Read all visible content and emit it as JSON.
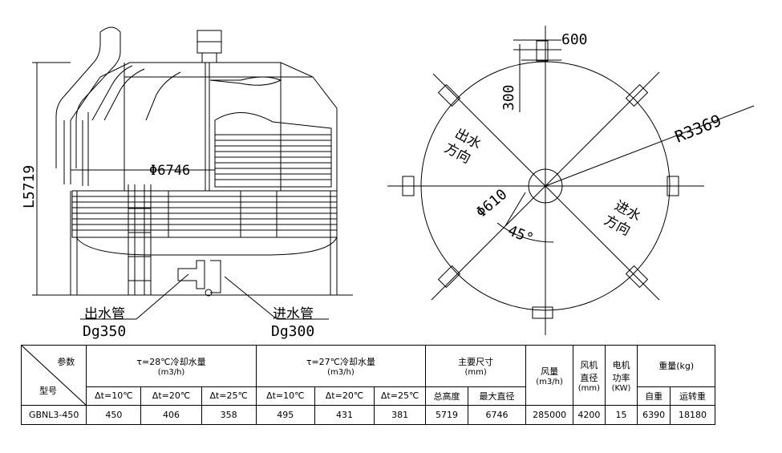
{
  "drawing": {
    "diameter_label": "Φ6746",
    "height_label": "L5719",
    "outlet_pipe": {
      "name": "出水管",
      "size": "Dg350"
    },
    "inlet_pipe": {
      "name": "进水管",
      "size": "Dg300"
    },
    "plan": {
      "radius_label": "R3369",
      "center_label": "Φ610",
      "angle_label": "45°",
      "dim_width": "600",
      "dim_height": "300",
      "outlet_dir": [
        "出水",
        "方向"
      ],
      "inlet_dir": [
        "进水",
        "方向"
      ]
    }
  },
  "table": {
    "header_top": "参数",
    "header_bottom": "型号",
    "group1_title": "τ=28℃冷却水量",
    "group1_unit": "(m3/h)",
    "group2_title": "τ=27℃冷却水量",
    "group2_unit": "(m3/h)",
    "dims_title": "主要尺寸",
    "dims_unit": "(mm)",
    "airflow_title": "风量",
    "airflow_unit": "(m3/h)",
    "fan_title": [
      "风机",
      "直径",
      "(mm)"
    ],
    "motor_title": [
      "电机",
      "功率",
      "(KW)"
    ],
    "weight_title": "重量(kg)",
    "dt": [
      "Δt=10℃",
      "Δt=20℃",
      "Δt=25℃"
    ],
    "dims_sub": [
      "总高度",
      "最大直径"
    ],
    "weight_sub": [
      "自重",
      "运转重"
    ],
    "row": [
      "GBNL3-450",
      "450",
      "406",
      "358",
      "495",
      "431",
      "381",
      "5719",
      "6746",
      "285000",
      "4200",
      "15",
      "6390",
      "18180"
    ]
  }
}
